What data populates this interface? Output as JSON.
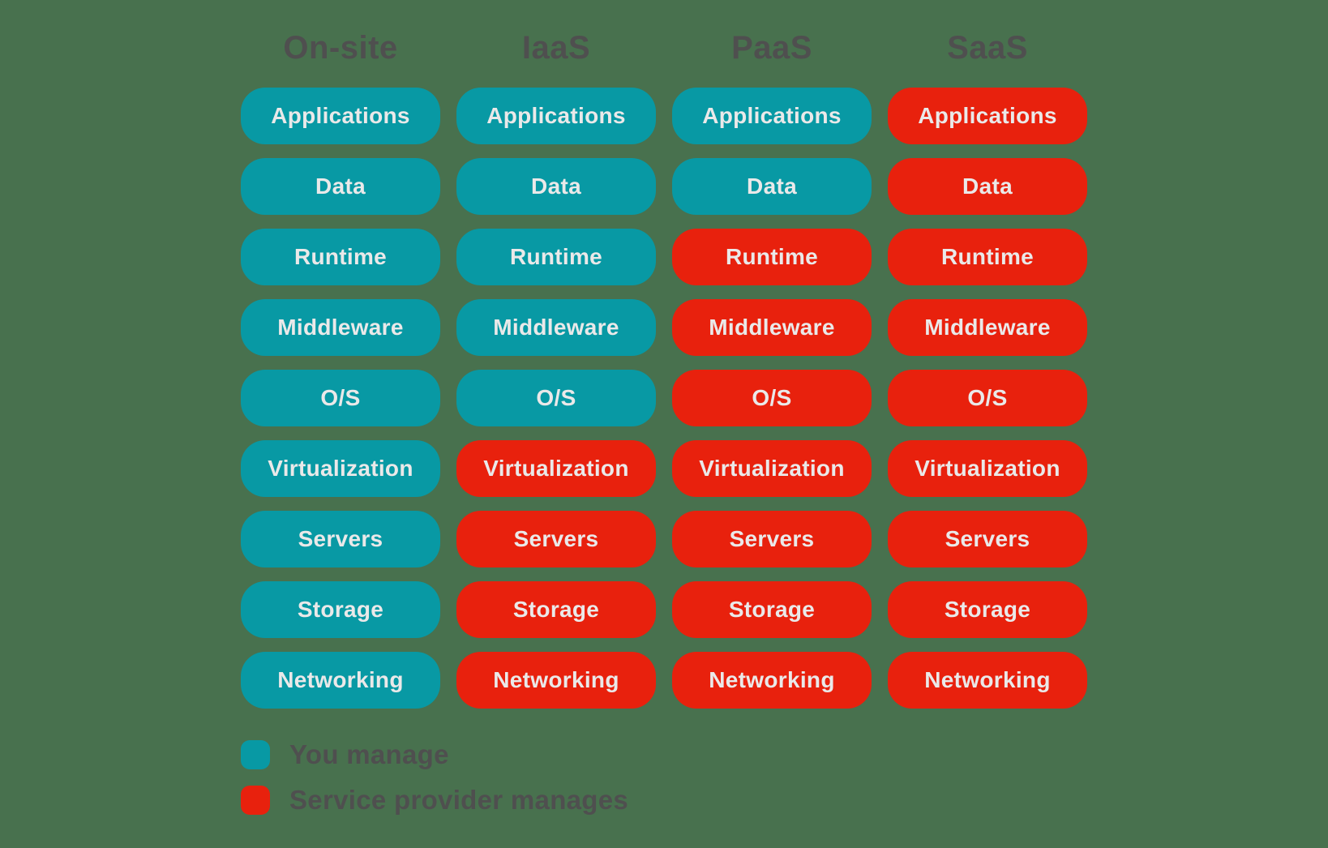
{
  "diagram": {
    "colors": {
      "background": "#48714E",
      "you_manage": "#0899A4",
      "provider_manages": "#E8210D",
      "pill_text": "#EAE9E9",
      "heading_text": "#4F4F4F"
    },
    "columns": [
      {
        "id": "on-site",
        "label": "On-site",
        "layers": [
          {
            "label": "Applications",
            "managed_by": "you"
          },
          {
            "label": "Data",
            "managed_by": "you"
          },
          {
            "label": "Runtime",
            "managed_by": "you"
          },
          {
            "label": "Middleware",
            "managed_by": "you"
          },
          {
            "label": "O/S",
            "managed_by": "you"
          },
          {
            "label": "Virtualization",
            "managed_by": "you"
          },
          {
            "label": "Servers",
            "managed_by": "you"
          },
          {
            "label": "Storage",
            "managed_by": "you"
          },
          {
            "label": "Networking",
            "managed_by": "you"
          }
        ]
      },
      {
        "id": "iaas",
        "label": "IaaS",
        "layers": [
          {
            "label": "Applications",
            "managed_by": "you"
          },
          {
            "label": "Data",
            "managed_by": "you"
          },
          {
            "label": "Runtime",
            "managed_by": "you"
          },
          {
            "label": "Middleware",
            "managed_by": "you"
          },
          {
            "label": "O/S",
            "managed_by": "you"
          },
          {
            "label": "Virtualization",
            "managed_by": "provider"
          },
          {
            "label": "Servers",
            "managed_by": "provider"
          },
          {
            "label": "Storage",
            "managed_by": "provider"
          },
          {
            "label": "Networking",
            "managed_by": "provider"
          }
        ]
      },
      {
        "id": "paas",
        "label": "PaaS",
        "layers": [
          {
            "label": "Applications",
            "managed_by": "you"
          },
          {
            "label": "Data",
            "managed_by": "you"
          },
          {
            "label": "Runtime",
            "managed_by": "provider"
          },
          {
            "label": "Middleware",
            "managed_by": "provider"
          },
          {
            "label": "O/S",
            "managed_by": "provider"
          },
          {
            "label": "Virtualization",
            "managed_by": "provider"
          },
          {
            "label": "Servers",
            "managed_by": "provider"
          },
          {
            "label": "Storage",
            "managed_by": "provider"
          },
          {
            "label": "Networking",
            "managed_by": "provider"
          }
        ]
      },
      {
        "id": "saas",
        "label": "SaaS",
        "layers": [
          {
            "label": "Applications",
            "managed_by": "provider"
          },
          {
            "label": "Data",
            "managed_by": "provider"
          },
          {
            "label": "Runtime",
            "managed_by": "provider"
          },
          {
            "label": "Middleware",
            "managed_by": "provider"
          },
          {
            "label": "O/S",
            "managed_by": "provider"
          },
          {
            "label": "Virtualization",
            "managed_by": "provider"
          },
          {
            "label": "Servers",
            "managed_by": "provider"
          },
          {
            "label": "Storage",
            "managed_by": "provider"
          },
          {
            "label": "Networking",
            "managed_by": "provider"
          }
        ]
      }
    ],
    "legend": [
      {
        "key": "you",
        "label": "You manage"
      },
      {
        "key": "provider",
        "label": "Service provider manages"
      }
    ]
  }
}
